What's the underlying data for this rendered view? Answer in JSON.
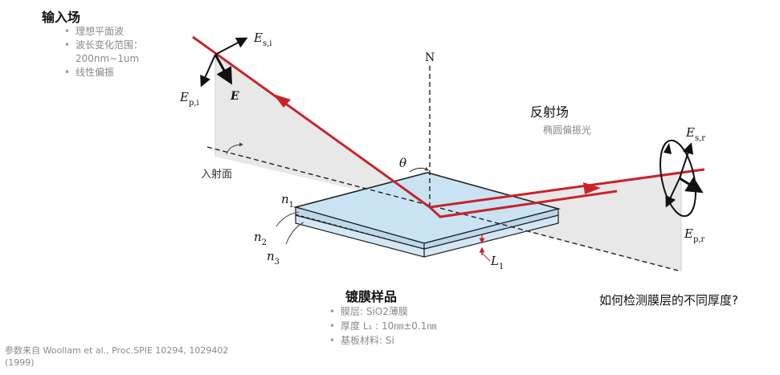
{
  "input": {
    "title": "输入场",
    "bullets": [
      "理想平面波",
      "波长变化范围：",
      "200nm~1um",
      "线性偏振"
    ]
  },
  "reflect": {
    "title": "反射场",
    "subtitle": "椭圆偏振光"
  },
  "plane_label": "入射面",
  "normal_label": "N",
  "theta_label": "θ",
  "symbols": {
    "es_i": {
      "main": "E",
      "sub": "s,i"
    },
    "ep_i": {
      "main": "E",
      "sub": "p,i"
    },
    "e": "E",
    "es_r": {
      "main": "E",
      "sub": "s,r"
    },
    "ep_r": {
      "main": "E",
      "sub": "p,r"
    },
    "n1": {
      "main": "n",
      "sub": "1"
    },
    "n2": {
      "main": "n",
      "sub": "2"
    },
    "n3": {
      "main": "n",
      "sub": "3"
    },
    "l1": {
      "main": "L",
      "sub": "1"
    }
  },
  "sample": {
    "title": "镀膜样品",
    "bullets": [
      "膜层: SiO2薄膜",
      "厚度 L₁ : 10㎚±0.1㎚",
      "基板材料: Si"
    ]
  },
  "question": "如何检测膜层的不同厚度?",
  "citation": "参数来自 Woollam et al., Proc.SPIE 10294, 1029402 (1999)",
  "colors": {
    "beam": "#c8232c",
    "film": "#c9e3f3",
    "plane": "#e6e6e6"
  }
}
